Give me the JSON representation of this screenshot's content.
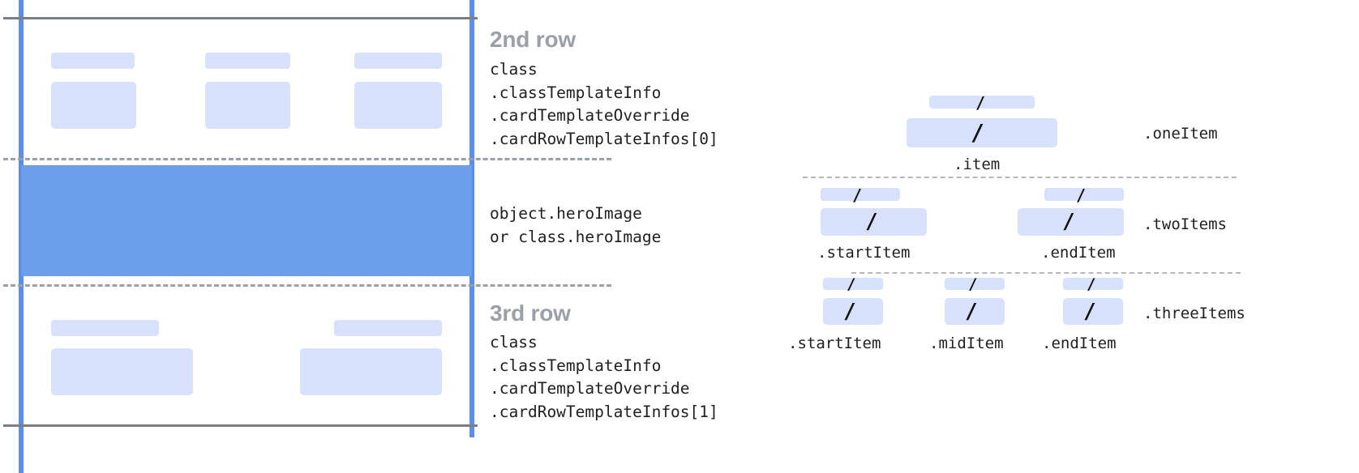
{
  "diagram": {
    "title_hidden": "",
    "colors": {
      "accent_blue": "#5b8def",
      "hero_blue": "#6d9eeb",
      "chip_blue": "#d7e1fb",
      "rule_gray": "#7b7f85",
      "dash_gray": "#9aa0a6",
      "heading_gray": "#9aa0a6",
      "text_black": "#1f1f1f"
    }
  },
  "left_panel": {
    "second_row": {
      "heading": "2nd row",
      "code_lines": [
        "class",
        ".classTemplateInfo",
        ".cardTemplateOverride",
        ".cardRowTemplateInfos[0]"
      ]
    },
    "hero": {
      "code_lines": [
        "object.heroImage",
        "or class.heroImage"
      ]
    },
    "third_row": {
      "heading": "3rd row",
      "code_lines": [
        "class",
        ".classTemplateInfo",
        ".cardTemplateOverride",
        ".cardRowTemplateInfos[1]"
      ]
    }
  },
  "right_panel": {
    "groups": [
      {
        "name": ".oneItem",
        "slash_glyph": "/",
        "item_labels": [
          ".item"
        ]
      },
      {
        "name": ".twoItems",
        "slash_glyph": "/",
        "item_labels": [
          ".startItem",
          ".endItem"
        ]
      },
      {
        "name": ".threeItems",
        "slash_glyph": "/",
        "item_labels": [
          ".startItem",
          ".midItem",
          ".endItem"
        ]
      }
    ]
  }
}
